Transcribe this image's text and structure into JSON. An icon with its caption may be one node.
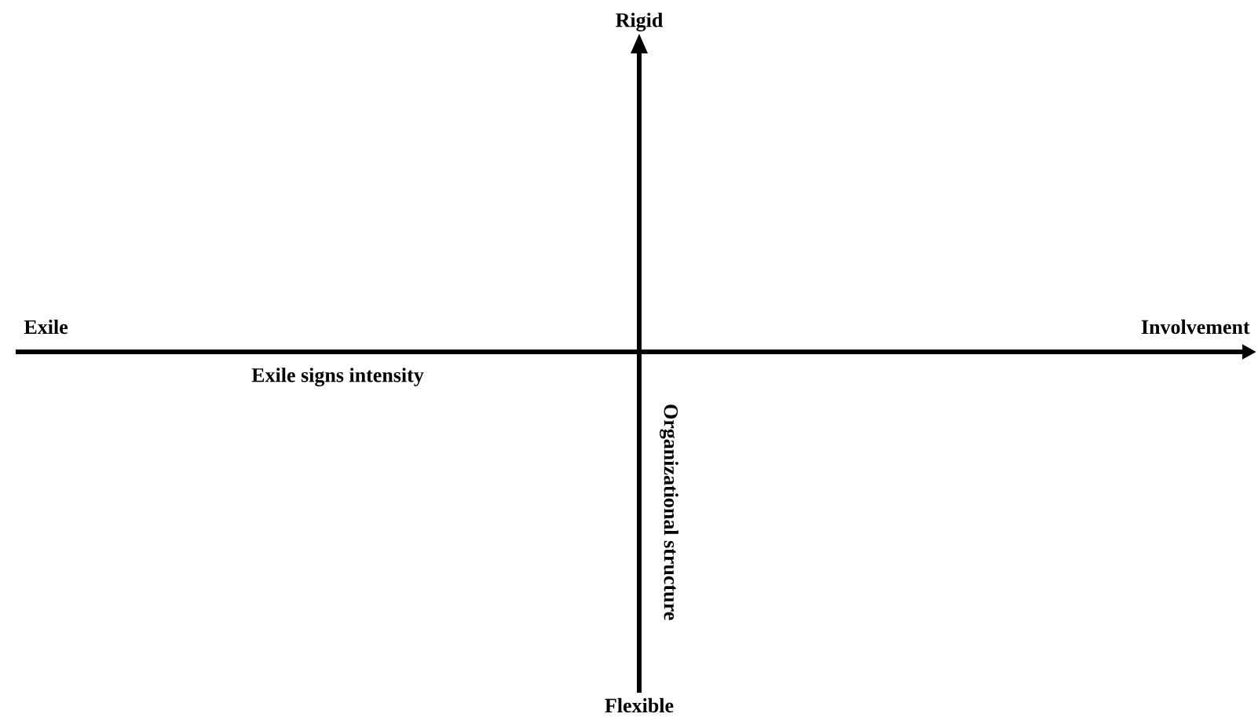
{
  "diagram": {
    "labels": [
      "Rigid",
      "Exile",
      "Involvement",
      "Exile signs intensity",
      "Organizational structure",
      "Flexible"
    ]
  }
}
